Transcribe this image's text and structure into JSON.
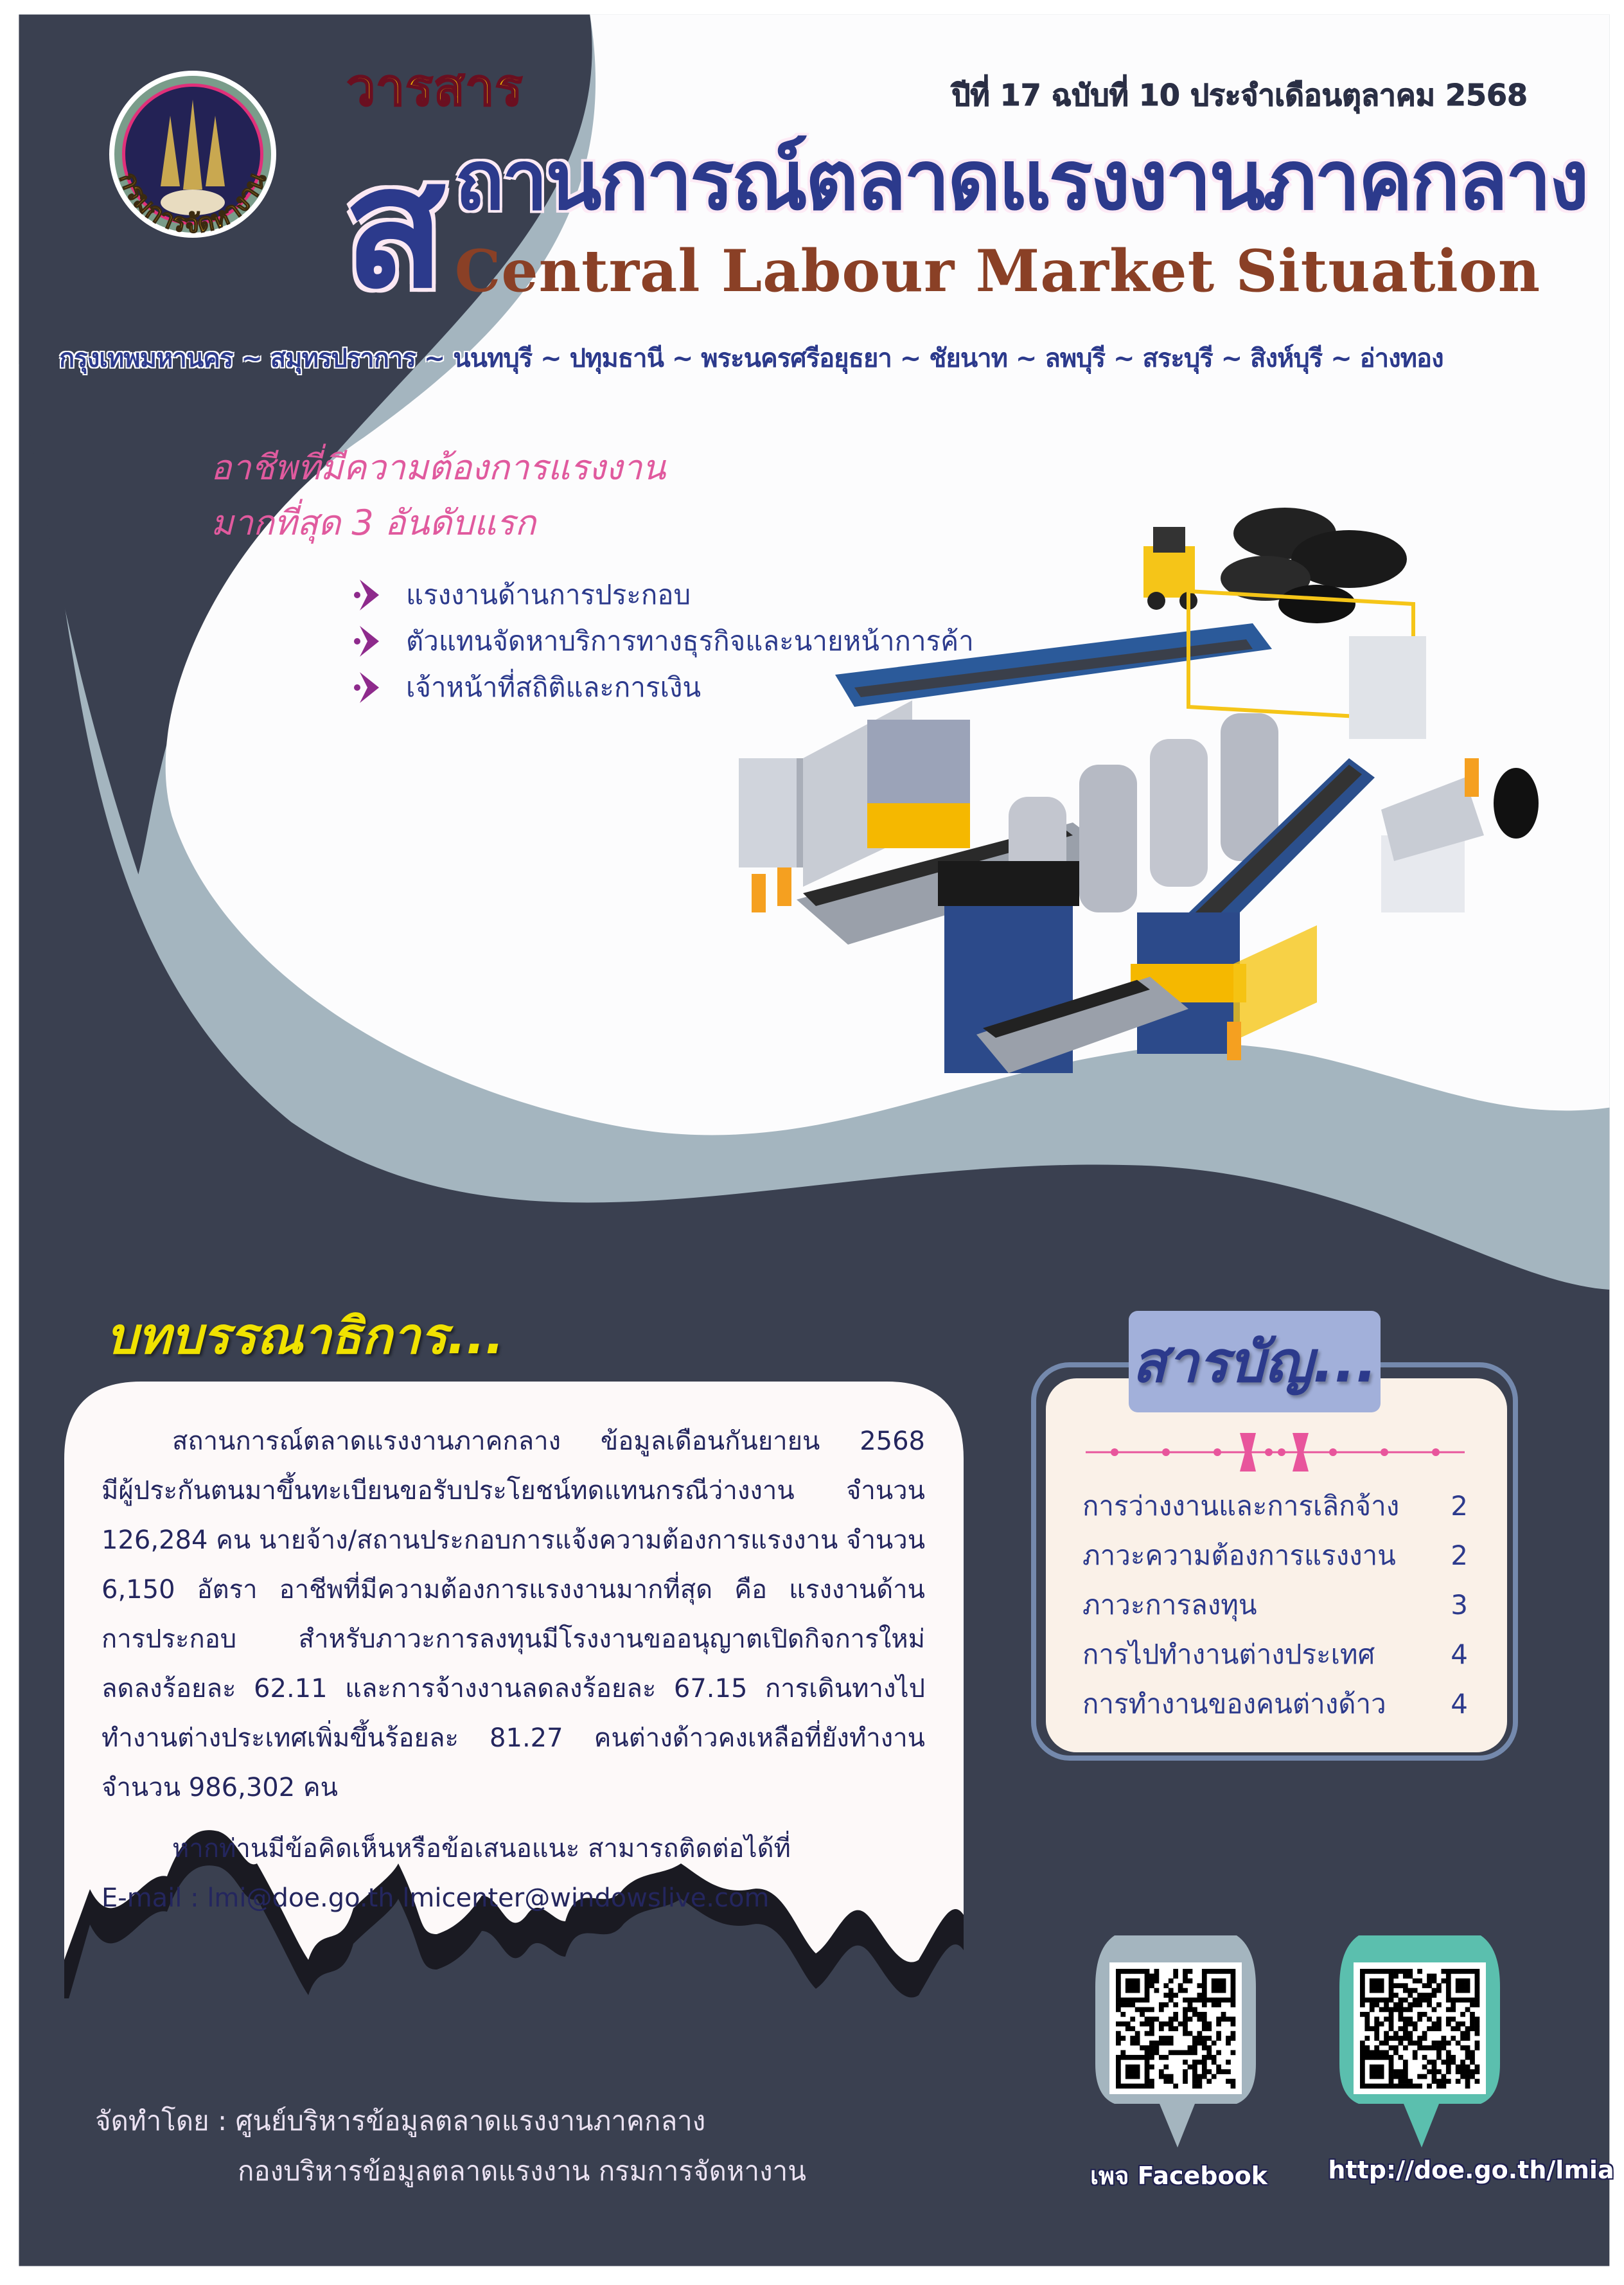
{
  "colors": {
    "dark_panel": "#3a4050",
    "wave_grey": "#a4b5bf",
    "title_blue": "#2c3a8c",
    "english_title_brown": "#8a4026",
    "journal_gold": "#f7c600",
    "heading_pink": "#e05a9e",
    "editorial_yellow": "#f0e200",
    "bullet_purple": "#8e2a8c",
    "qr_teal": "#5bbfae"
  },
  "logo": {
    "text": "กรมการจัดหางาน"
  },
  "header": {
    "journal_label": "วารสาร",
    "issue": "ปีที่ 17 ฉบับที่ 10 ประจำเดือนตุลาคม 2568",
    "title_initial": "ส",
    "title_rest": "ถานการณ์ตลาดแรงงานภาคกลาง",
    "title_en": "Central Labour Market Situation",
    "provinces": "กรุงเทพมหานคร ~ สมุทรปราการ ~ นนทบุรี ~ ปทุมธานี ~ พระนครศรีอยุธยา ~ ชัยนาท ~ ลพบุรี ~ สระบุรี ~ สิงห์บุรี ~ อ่างทอง"
  },
  "occupations": {
    "heading_line1": "อาชีพที่มีความต้องการแรงงาน",
    "heading_line2": "มากที่สุด 3 อันดับแรก",
    "items": [
      {
        "label": "แรงงานด้านการประกอบ",
        "icon": "chevron-right-icon"
      },
      {
        "label": "ตัวแทนจัดหาบริการทางธุรกิจและนายหน้าการค้า",
        "icon": "chevron-right-icon"
      },
      {
        "label": "เจ้าหน้าที่สถิติและการเงิน",
        "icon": "chevron-right-icon"
      }
    ]
  },
  "editorial": {
    "heading": "บทบรรณาธิการ...",
    "lines": [
      "สถานการณ์ตลาดแรงงานภาคกลาง ข้อมูลเดือนกันยายน 2568",
      "มีผู้ประกันตนมาขึ้นทะเบียนขอรับประโยชน์ทดแทนกรณีว่างงาน จำนวน",
      "126,284 คน นายจ้าง/สถานประกอบการแจ้งความต้องการแรงงาน จำนวน",
      "6,150 อัตรา อาชีพที่มีความต้องการแรงงานมากที่สุด คือ แรงงานด้าน",
      "การประกอบ สำหรับภาวะการลงทุนมีโรงงานขออนุญาตเปิดกิจการใหม่",
      "ลดลงร้อยละ 62.11 และการจ้างงานลดลงร้อยละ 67.15 การเดินทางไป",
      "ทำงานต่างประเทศเพิ่มขึ้นร้อยละ 81.27 คนต่างด้าวคงเหลือที่ยังทำงาน",
      "จำนวน 986,302 คน"
    ],
    "contact_line": "หากท่านมีข้อคิดเห็นหรือข้อเสนอแนะ สามารถติดต่อได้ที่",
    "email_line": "E-mail : lmi@doe.go.th lmicenter@windowslive.com"
  },
  "toc": {
    "title": "สารบัญ...",
    "items": [
      {
        "label": "การว่างงานและการเลิกจ้าง",
        "page": "2"
      },
      {
        "label": "ภาวะความต้องการแรงงาน",
        "page": "2"
      },
      {
        "label": "ภาวะการลงทุน",
        "page": "3"
      },
      {
        "label": "การไปทำงานต่างประเทศ",
        "page": "4"
      },
      {
        "label": "การทำงานของคนต่างด้าว",
        "page": "4"
      }
    ]
  },
  "qr": [
    {
      "label": "เพจ Facebook",
      "icon": "qr-code-icon"
    },
    {
      "label": "http://doe.go.th/lmia",
      "icon": "qr-code-icon"
    }
  ],
  "footer": {
    "line1": "จัดทำโดย : ศูนย์บริหารข้อมูลตลาดแรงงานภาคกลาง",
    "line2": "กองบริหารข้อมูลตลาดแรงงาน กรมการจัดหางาน"
  }
}
